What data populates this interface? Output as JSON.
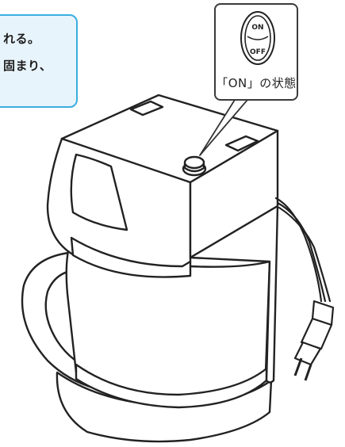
{
  "note": {
    "line1": "れる。",
    "line2": "固まり、"
  },
  "callout": {
    "switch_on_label": "ON",
    "switch_off_label": "OFF",
    "caption": "「ON」の状態"
  },
  "colors": {
    "note_border": "#3aaee0",
    "note_fill": "#e8f4fb",
    "line": "#222222"
  }
}
